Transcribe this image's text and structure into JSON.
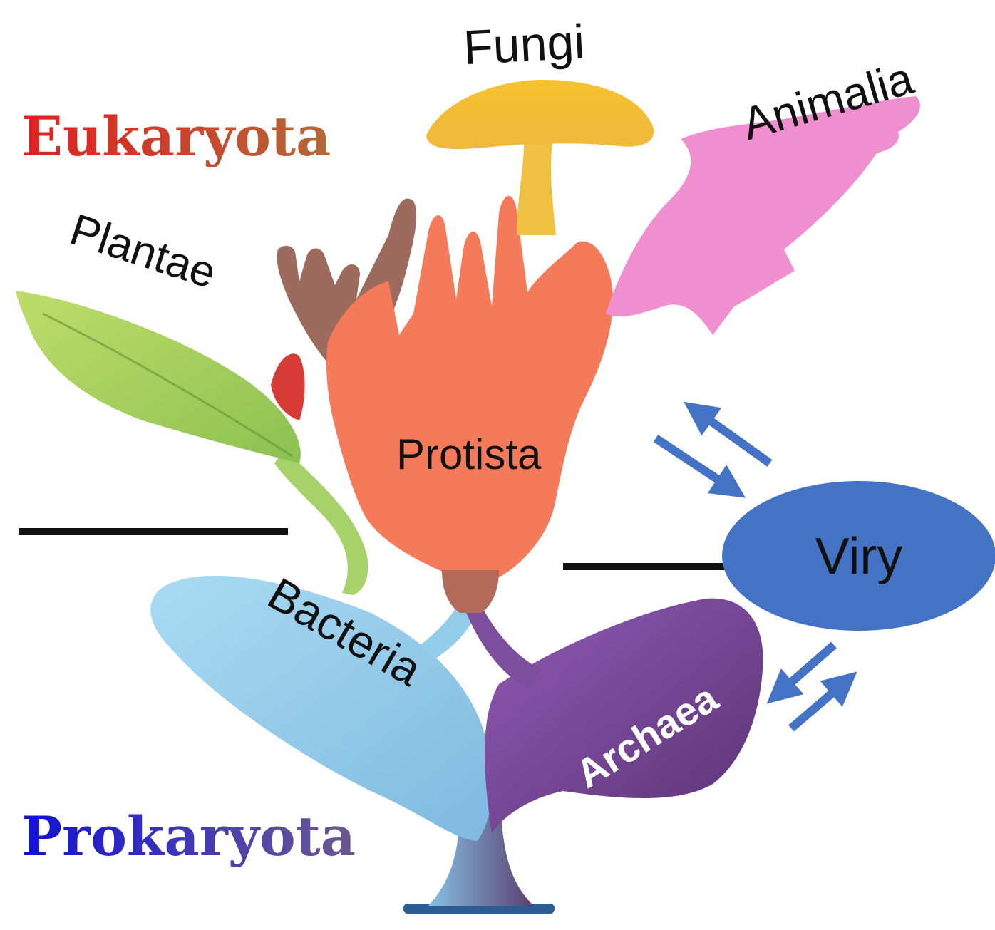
{
  "domains": {
    "eukaryota": "Eukaryota",
    "prokaryota": "Prokaryota"
  },
  "groups": {
    "fungi": "Fungi",
    "animalia": "Animalia",
    "plantae": "Plantae",
    "protista": "Protista",
    "bacteria": "Bacteria",
    "archaea": "Archaea",
    "viry": "Viry"
  },
  "colors": {
    "fungi": "#f2c23a",
    "animalia": "#ef8fd0",
    "plantae": "#a6cf58",
    "protista": "#f47a5a",
    "protista_branch": "#9a6a5a",
    "bacteria": "#9fd3ef",
    "archaea": "#7b4a9a",
    "viry": "#4472c4",
    "arrows": "#4472c4",
    "divider": "#111111"
  }
}
